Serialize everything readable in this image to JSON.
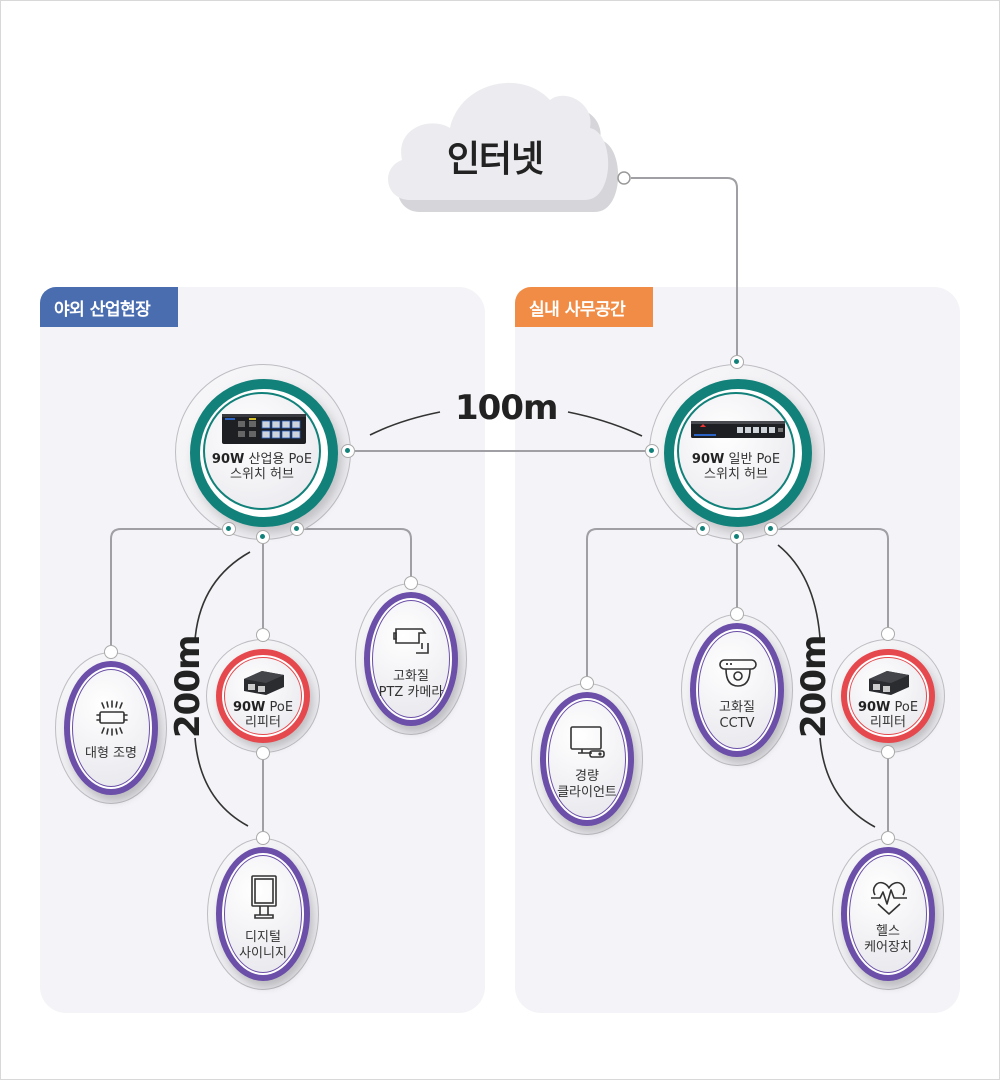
{
  "internet": {
    "label": "인터넷"
  },
  "zones": [
    {
      "id": "outdoor",
      "tag": "야외 산업현장",
      "color": "#4a6db0"
    },
    {
      "id": "indoor",
      "tag": "실내 사무공간",
      "color": "#f08c46"
    }
  ],
  "colors": {
    "hub_ring": "#12817a",
    "repeater_ring": "#e5484d",
    "device_ring": "#6b4fa8",
    "wire": "#a0a0a4"
  },
  "distances": {
    "hub_to_hub": "100m",
    "left_repeater_span": "200m",
    "right_repeater_span": "200m"
  },
  "hubs": [
    {
      "id": "industrial-hub",
      "bold": "90W",
      "line1": "산업용 PoE",
      "line2": "스위치 허브",
      "icon": "industrial-switch-icon"
    },
    {
      "id": "general-hub",
      "bold": "90W",
      "line1": "일반 PoE",
      "line2": "스위치 허브",
      "icon": "desktop-switch-icon"
    }
  ],
  "repeaters": [
    {
      "id": "left-repeater",
      "bold": "90W",
      "line1": "PoE",
      "line2": "리피터",
      "icon": "poe-repeater-icon"
    },
    {
      "id": "right-repeater",
      "bold": "90W",
      "line1": "PoE",
      "line2": "리피터",
      "icon": "poe-repeater-icon"
    }
  ],
  "devices": {
    "lighting": {
      "line1": "대형 조명",
      "line2": "",
      "icon": "light-panel-icon"
    },
    "signage": {
      "line1": "디지털",
      "line2": "사이니지",
      "icon": "digital-signage-icon"
    },
    "ptz": {
      "line1": "고화질",
      "line2": "PTZ 카메라",
      "icon": "ptz-camera-icon"
    },
    "thin_client": {
      "line1": "경량",
      "line2": "클라이언트",
      "icon": "thin-client-icon"
    },
    "cctv": {
      "line1": "고화질",
      "line2": "CCTV",
      "icon": "dome-camera-icon"
    },
    "healthcare": {
      "line1": "헬스",
      "line2": "케어장치",
      "icon": "heart-pulse-icon"
    }
  }
}
